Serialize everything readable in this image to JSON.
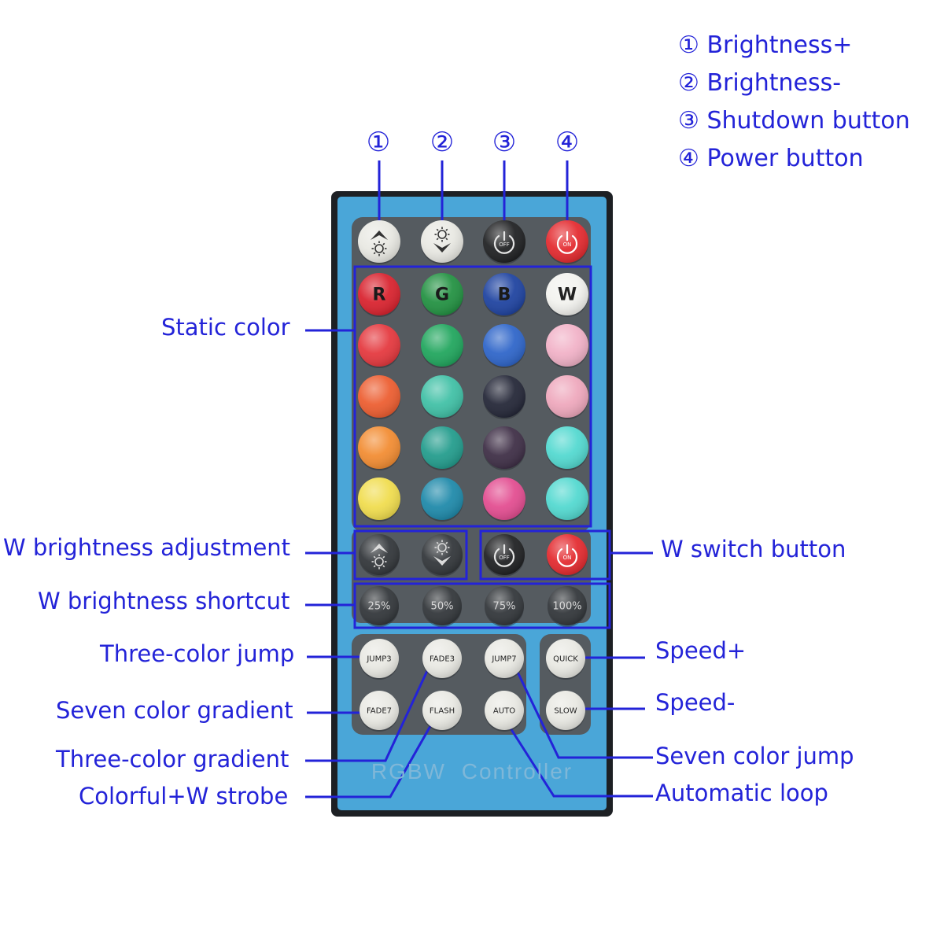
{
  "legend": [
    {
      "num": "①",
      "text": "Brightness+"
    },
    {
      "num": "②",
      "text": "Brightness-"
    },
    {
      "num": "③",
      "text": "Shutdown button"
    },
    {
      "num": "④",
      "text": "Power button"
    }
  ],
  "top_numbers": [
    "①",
    "②",
    "③",
    "④"
  ],
  "annotations": {
    "static_color": "Static color",
    "w_brightness_adjustment": "W brightness adjustment",
    "w_switch_button": "W switch button",
    "w_brightness_shortcut": "W brightness shortcut",
    "three_color_jump": "Three-color jump",
    "seven_color_gradient": "Seven color gradient",
    "three_color_gradient": "Three-color gradient",
    "colorful_w_strobe": "Colorful+W strobe",
    "speed_plus": "Speed+",
    "speed_minus": "Speed-",
    "seven_color_jump": "Seven color jump",
    "automatic_loop": "Automatic loop"
  },
  "remote": {
    "title": "RGBW  Controller",
    "body_color": "#4aa6d8",
    "panel_color": "#555b60",
    "power_row": {
      "off_label": "OFF",
      "on_label": "ON"
    },
    "rgbw_labels": [
      "R",
      "G",
      "B",
      "W"
    ],
    "color_grid": [
      [
        "#e4343a",
        "#1ca45a",
        "#2a62c8",
        "#f1b0c6"
      ],
      [
        "#ec5a2c",
        "#3cbfa4",
        "#1f2233",
        "#eea6bb"
      ],
      [
        "#f28a2e",
        "#1e9a8a",
        "#3a2a42",
        "#4fd8cf"
      ],
      [
        "#f0dc4a",
        "#1a87a8",
        "#e2498e",
        "#4fd8cf"
      ]
    ],
    "rgbw_colors": [
      "#d81e2a",
      "#1e8f3e",
      "#1a3f9e",
      "#f2f2ee"
    ],
    "w_switch": {
      "off_label": "OFF",
      "on_label": "ON"
    },
    "shortcuts": [
      "25%",
      "50%",
      "75%",
      "100%"
    ],
    "modes_row1": [
      "JUMP3",
      "FADE3",
      "JUMP7"
    ],
    "modes_row2": [
      "FADE7",
      "FLASH",
      "AUTO"
    ],
    "speed": [
      "QUICK",
      "SLOW"
    ]
  }
}
